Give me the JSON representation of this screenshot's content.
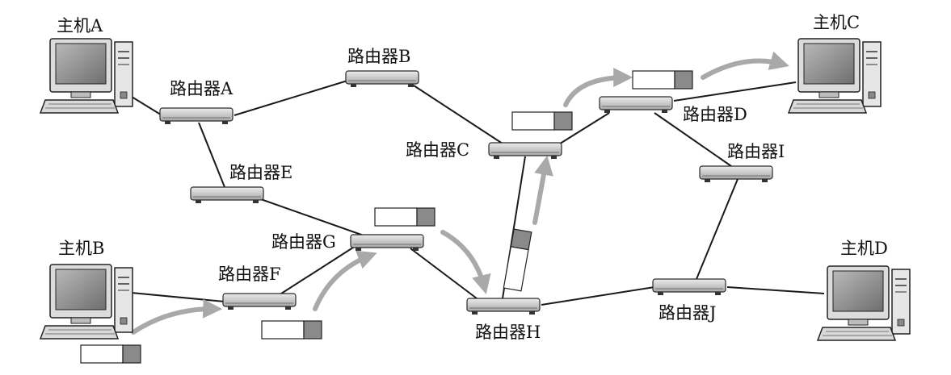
{
  "nodes": {
    "host_a": {
      "label": "主机A"
    },
    "host_b": {
      "label": "主机B"
    },
    "host_c": {
      "label": "主机C"
    },
    "host_d": {
      "label": "主机D"
    },
    "router_a": {
      "label": "路由器A"
    },
    "router_b": {
      "label": "路由器B"
    },
    "router_c": {
      "label": "路由器C"
    },
    "router_d": {
      "label": "路由器D"
    },
    "router_e": {
      "label": "路由器E"
    },
    "router_f": {
      "label": "路由器F"
    },
    "router_g": {
      "label": "路由器G"
    },
    "router_h": {
      "label": "路由器H"
    },
    "router_i": {
      "label": "路由器I"
    },
    "router_j": {
      "label": "路由器J"
    }
  },
  "links": [
    [
      "host_a",
      "router_a"
    ],
    [
      "router_a",
      "router_b"
    ],
    [
      "router_a",
      "router_e"
    ],
    [
      "router_b",
      "router_c"
    ],
    [
      "router_c",
      "router_d"
    ],
    [
      "router_d",
      "host_c"
    ],
    [
      "router_c",
      "router_h"
    ],
    [
      "router_e",
      "router_g"
    ],
    [
      "router_g",
      "router_h"
    ],
    [
      "router_f",
      "router_g"
    ],
    [
      "host_b",
      "router_f"
    ],
    [
      "router_h",
      "router_j"
    ],
    [
      "router_d",
      "router_i"
    ],
    [
      "router_i",
      "router_j"
    ],
    [
      "router_j",
      "host_d"
    ]
  ],
  "packet_path": [
    "host_b",
    "router_f",
    "router_g",
    "router_h",
    "router_c",
    "router_d",
    "host_c"
  ],
  "colors": {
    "line": "#1a1a1a",
    "arrow": "#a9a9a9",
    "packet_header": "#8a8a8a",
    "device_light": "#e2e2e2",
    "device_dark": "#5c5c5c"
  }
}
